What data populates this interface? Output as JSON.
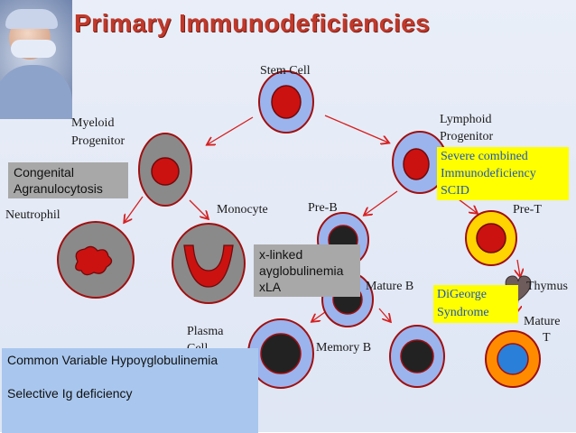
{
  "title": "Primary Immunodeficiencies",
  "labels": {
    "stem_cell": "Stem Cell",
    "myeloid_1": "Myeloid",
    "myeloid_2": "Progenitor",
    "lymphoid_1": "Lymphoid",
    "lymphoid_2": "Progenitor",
    "neutrophil": "Neutrophil",
    "monocyte": "Monocyte",
    "pre_b": "Pre-B",
    "pre_t": "Pre-T",
    "mature_b": "Mature B",
    "thymus": "Thymus",
    "mature_t_1": "Mature",
    "mature_t_2": "T",
    "plasma_1": "Plasma",
    "plasma_2": "Cell",
    "memory_b": "Memory B"
  },
  "boxes": {
    "congenital_1": "Congenital",
    "congenital_2": "Agranulocytosis",
    "xla_1": "x-linked",
    "xla_2": "aγglobulinemia",
    "xla_3": "xLA",
    "scid_1": "Severe combined",
    "scid_2": "Immunodeficiency",
    "scid_3": "SCID",
    "digeorge_1": "DiGeorge",
    "digeorge_2": "Syndrome",
    "cvid": "Common Variable Hypoγglobulinemia",
    "selective": "Selective Ig deficiency"
  },
  "colors": {
    "title": "#c0392b",
    "cell_outer_blue": "#9bb4ee",
    "cell_outer_gray": "#8a8a8a",
    "nucleus_red": "#cc1111",
    "nucleus_dark": "#222222",
    "arrow": "#d62020",
    "yellow_outer": "#ffd400",
    "orange_outer": "#ff8c00",
    "blue_nucleus": "#2a7fd9"
  }
}
